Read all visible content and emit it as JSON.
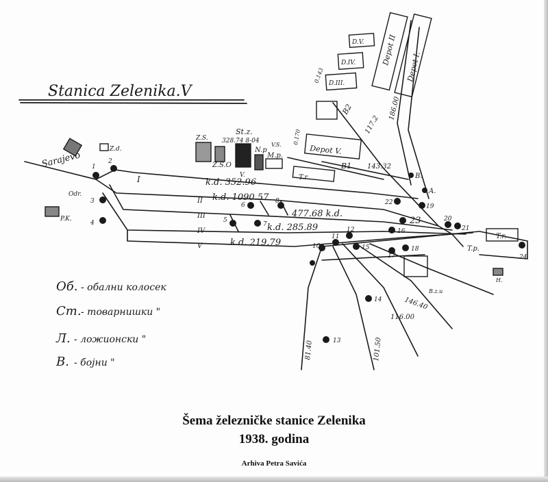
{
  "map_title": "Stanica Zelenika.V",
  "labels": {
    "sarajevo": "Sarajevo",
    "station_building": "St.z.",
    "station_building_code": "328.74 8-04",
    "depot_1": "Depot I.",
    "depot_2": "Depot II",
    "depot_v": "Depot V.",
    "dv": "D.V.",
    "div": "D.IV.",
    "diii": "D.III.",
    "km1": "0.143",
    "km2": "117.2",
    "km3": "186.00",
    "km4": "143.32",
    "km5": "0.170",
    "kd1": "k.d. 352.96",
    "kd2": "k.d. 1090.57",
    "kd3": "477.68 k.d.",
    "kd4": "k.d. 285.89",
    "kd5": "k.d. 219.79",
    "tp1": "T.r.",
    "tp2": "T.p.",
    "tr_right": "T.r.",
    "b1": "B1",
    "b2": "B2",
    "mp": "M.p.",
    "np": "N.p",
    "zso": "Z.S.O",
    "zs": "Z.S.",
    "zd": "Z.d.",
    "odr": "Odr.",
    "pk": "P.K.",
    "vs": "V.S.",
    "v": "V.",
    "h": "H.",
    "a": "A.",
    "b": "B.",
    "bzu": "B.z.u",
    "km6": "146.40",
    "km7": "116.00",
    "km8": "81.40",
    "km9": "101.50",
    "roman_1": "I",
    "roman_2": "II",
    "roman_3": "III",
    "roman_4": "IV",
    "roman_5": "V"
  },
  "switch_numbers": [
    "1",
    "2",
    "3",
    "4",
    "5",
    "6",
    "7",
    "8",
    "10",
    "11",
    "12",
    "13",
    "14",
    "15",
    "16",
    "17",
    "18",
    "19",
    "20",
    "21",
    "22",
    "23",
    "24"
  ],
  "legend": [
    {
      "abbr": "Об.",
      "text": "- обални колосек"
    },
    {
      "abbr": "Ст.",
      "text": "- товарнишки \""
    },
    {
      "abbr": "Л.",
      "text": "- ложионски \""
    },
    {
      "abbr": "В.",
      "text": "- бојни \""
    }
  ],
  "caption": {
    "line1": "Šema železničke stanice Zelenika",
    "line2": "1938. godina",
    "credit": "Arhiva Petra Savića"
  }
}
